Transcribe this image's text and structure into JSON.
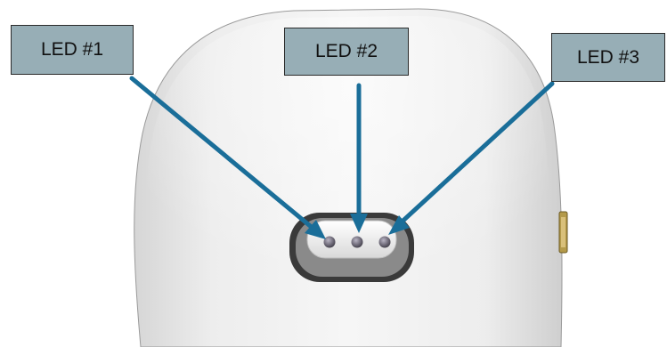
{
  "callouts": [
    {
      "id": "led1",
      "label": "LED #1"
    },
    {
      "id": "led2",
      "label": "LED #2"
    },
    {
      "id": "led3",
      "label": "LED #3"
    }
  ],
  "colors": {
    "callout_fill": "#97aeb6",
    "callout_border": "#2b2b2b",
    "arrow": "#1a6e99",
    "device_body": "#ececec",
    "led": "#6e6a78"
  }
}
